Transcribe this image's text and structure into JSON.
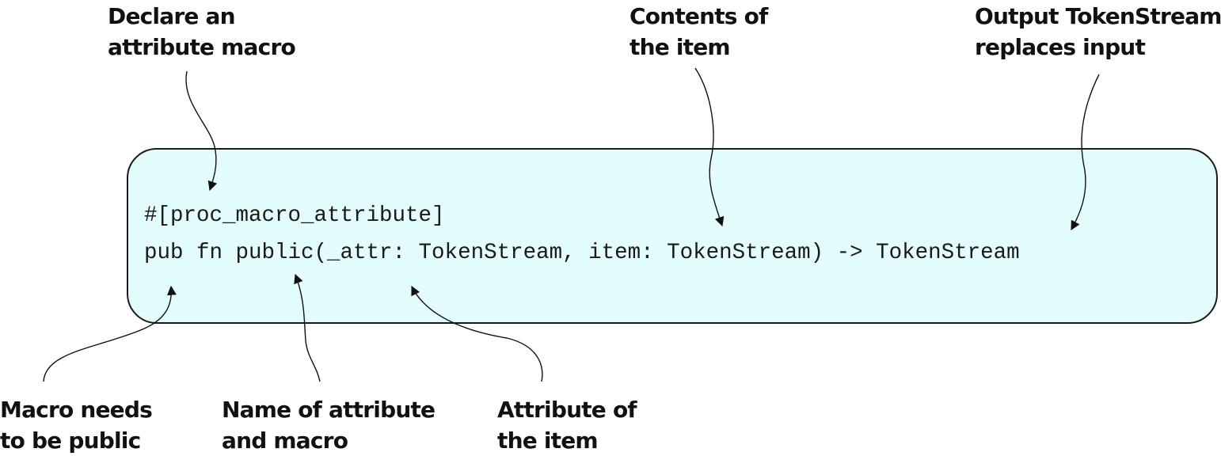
{
  "code": {
    "line1": "#[proc_macro_attribute]",
    "line2": "pub fn public(_attr: TokenStream, item: TokenStream) -> TokenStream"
  },
  "annotations": {
    "declare": {
      "line1": "Declare an",
      "line2": "attribute macro"
    },
    "contents": {
      "line1": "Contents of",
      "line2": "the item"
    },
    "output": {
      "line1": "Output TokenStream",
      "line2": "replaces input"
    },
    "public": {
      "line1": "Macro needs",
      "line2": "to be public"
    },
    "name": {
      "line1": "Name of attribute",
      "line2": "and macro"
    },
    "attribute": {
      "line1": "Attribute of",
      "line2": "the item"
    }
  },
  "colors": {
    "code_background": "#e3fcfc",
    "stroke": "#1a1a1a"
  }
}
